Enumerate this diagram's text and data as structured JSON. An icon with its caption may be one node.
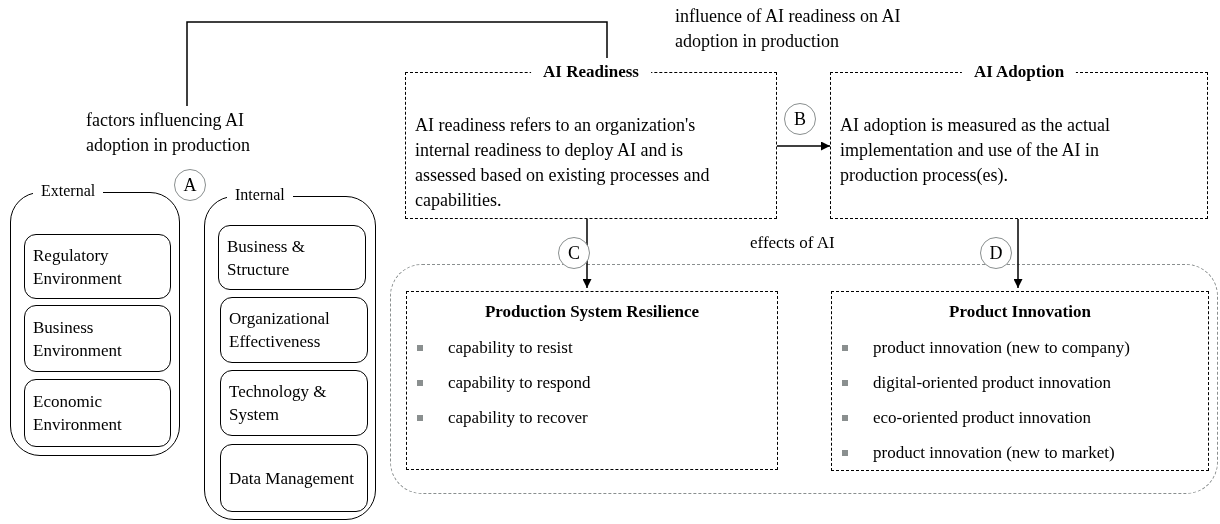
{
  "diagram": {
    "nodes": [
      {
        "text": [
          "factors influencing AI adoption in production"
        ]
      },
      {
        "text": [
          "External"
        ]
      },
      {
        "text": [
          "Regulatory Environment"
        ],
        "in": 1
      },
      {
        "text": [
          "Business Environment"
        ],
        "in": 1
      },
      {
        "text": [
          "Economic Environment"
        ],
        "in": 1
      },
      {
        "text": [
          "Internal"
        ]
      },
      {
        "text": [
          "Business & Structure"
        ],
        "in": 5
      },
      {
        "text": [
          "Organizational Effectiveness"
        ],
        "in": 5
      },
      {
        "text": [
          "Technology & System"
        ],
        "in": 5
      },
      {
        "text": [
          "Data Management"
        ],
        "in": 5
      },
      {
        "text": [
          "AI Readiness",
          "AI readiness refers to an organization's internal readiness to deploy AI and is assessed based on existing processes and capabilities."
        ]
      },
      {
        "text": [
          "AI Adoption",
          "AI adoption is measured as the actual implementation and use of the AI in production process(es)."
        ]
      },
      {
        "text": [
          "effects of AI"
        ]
      },
      {
        "text": [
          "Production System Resilience",
          "capability to resist",
          "capability to respond",
          "capability to recover"
        ],
        "in": 12
      },
      {
        "text": [
          "Product Innovation",
          "product innovation (new to company)",
          "digital-oriented product innovation",
          "eco-oriented product innovation",
          "product innovation (new to market)"
        ],
        "in": 12
      }
    ],
    "edges": [
      {
        "from": 10,
        "to": 0,
        "arrow": "none"
      },
      {
        "from": 10,
        "to": 11,
        "arrow": "to"
      },
      {
        "from": 10,
        "to": 13,
        "arrow": "to"
      },
      {
        "from": 11,
        "to": 14,
        "arrow": "to"
      }
    ],
    "labels": [
      "influence of AI readiness on AI adoption in production",
      "A",
      "B",
      "C",
      "D"
    ]
  }
}
